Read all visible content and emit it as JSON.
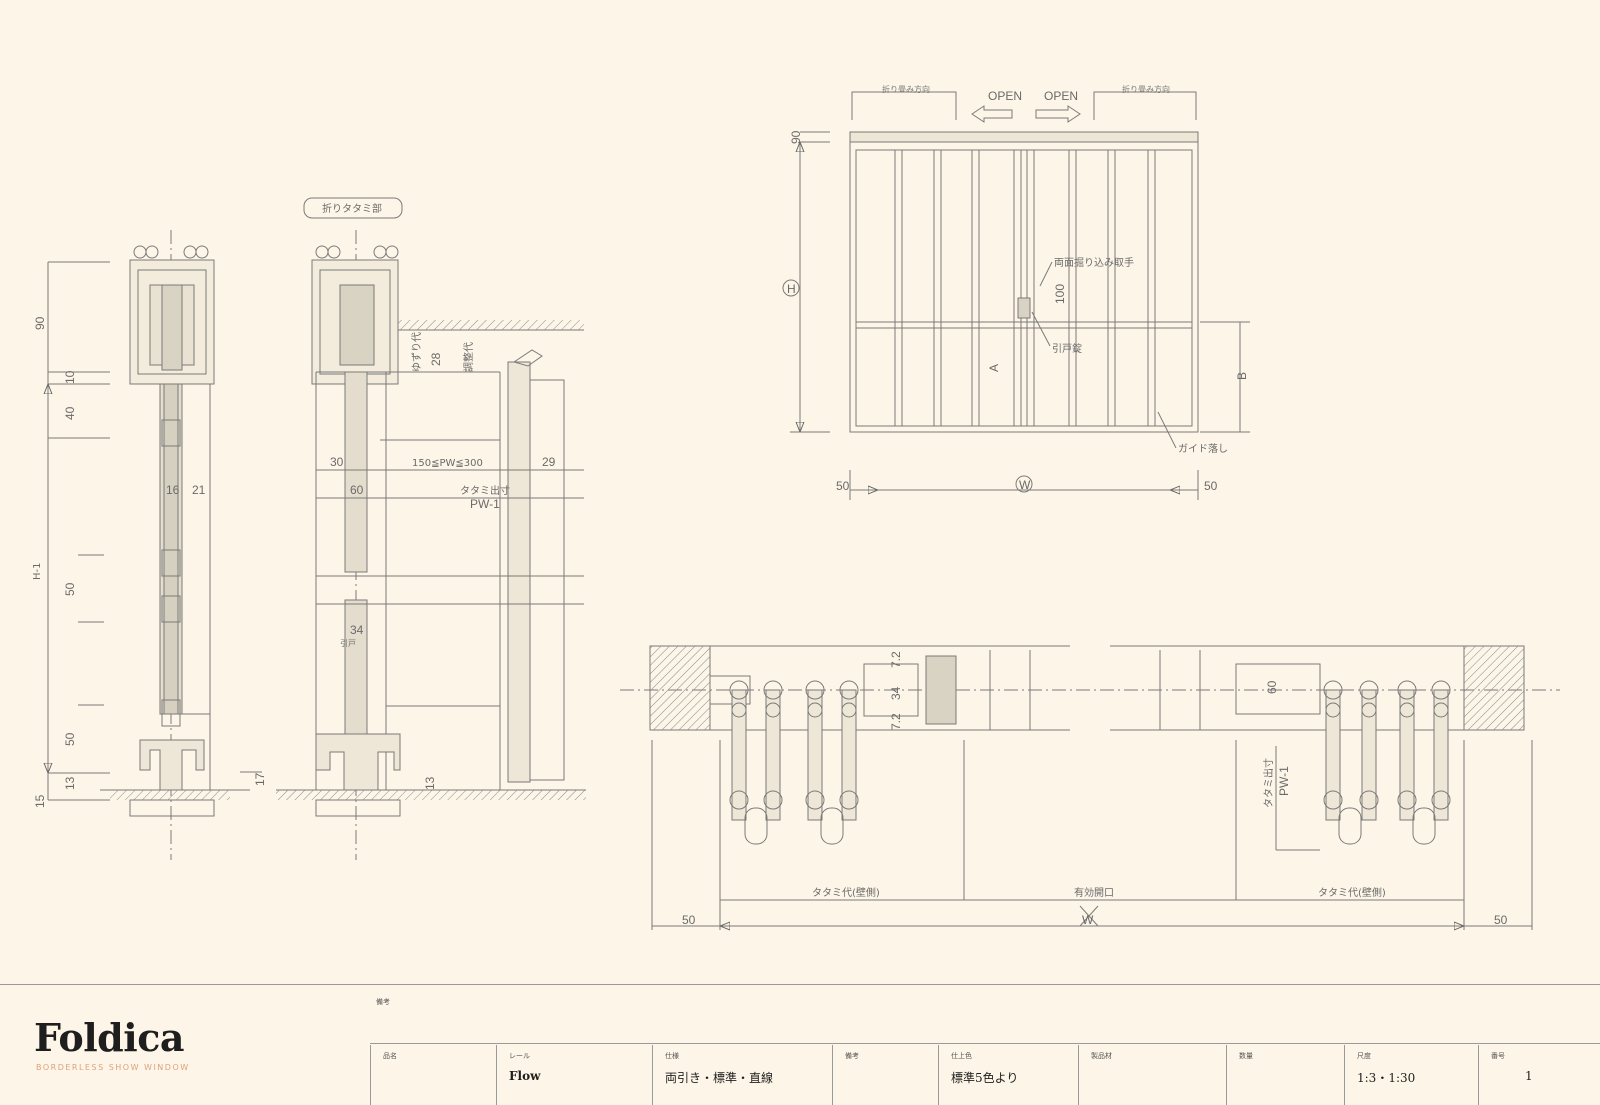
{
  "side_section": {
    "label": "折りタタミ部",
    "dims_left": [
      "90",
      "10",
      "40",
      "50",
      "50",
      "13",
      "15",
      "16",
      "21"
    ],
    "dims_middle": [
      "28",
      "30",
      "60",
      "150≦PW≦300",
      "29",
      "34",
      "13",
      "17"
    ],
    "vertical_notes": [
      "H-1",
      "ゆずり代",
      "調整代"
    ],
    "pw_note": "タタミ出寸",
    "pw_label": "PW-1",
    "door_note": "引戸"
  },
  "front_elevation": {
    "open_left": "OPEN",
    "open_right": "OPEN",
    "dim_top": "90",
    "dim_h": "H",
    "dim_w": "W",
    "dim_left": "50",
    "dim_right": "50",
    "dim_100": "100",
    "label_a": "A",
    "label_b": "B",
    "note_handle": "両面掘り込み取手",
    "note_lock": "引戸錠",
    "note_bottom": "ガイド落し",
    "note_stack_left": "折り畳み方向",
    "note_stack_right": "折り畳み方向"
  },
  "plan_section": {
    "dim_72_top": "7.2",
    "dim_34": "34",
    "dim_72_bottom": "7.2",
    "dim_60": "60",
    "stack_left": "タタミ代(壁側)",
    "opening": "有効開口",
    "stack_right": "タタミ代(壁側)",
    "pw_note": "タタミ出寸",
    "pw_label": "PW-1",
    "dim_w": "W",
    "dim_left": "50",
    "dim_right": "50"
  },
  "title_block": {
    "brand": "Foldica",
    "tagline": "BORDERLESS SHOW WINDOW",
    "remarks_label": "備考",
    "cells": [
      {
        "label": "品名",
        "value": ""
      },
      {
        "label": "レール",
        "value": "Flow"
      },
      {
        "label": "仕様",
        "value": "両引き・標準・直線"
      },
      {
        "label": "備考",
        "value": ""
      },
      {
        "label": "仕上色",
        "value": "標準5色より"
      },
      {
        "label": "製品材",
        "value": ""
      },
      {
        "label": "数量",
        "value": ""
      },
      {
        "label": "尺度",
        "value": "1:3・1:30"
      },
      {
        "label": "番号",
        "value": "1"
      }
    ]
  }
}
